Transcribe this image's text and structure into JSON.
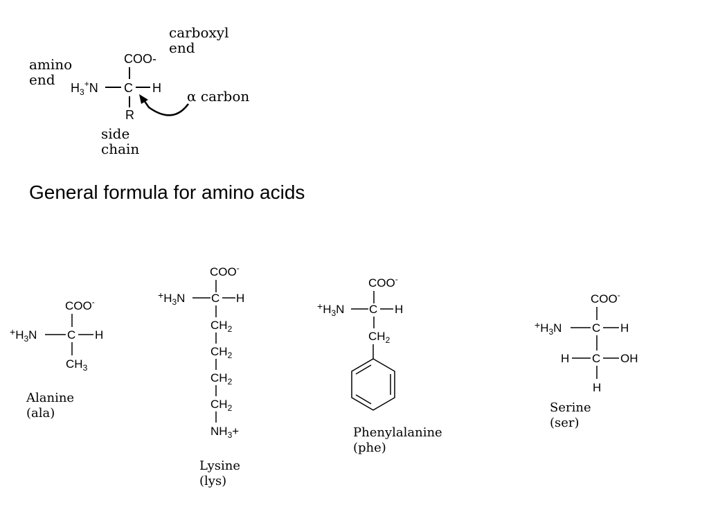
{
  "general": {
    "carboxyl_line1": "carboxyl",
    "carboxyl_line2": "end",
    "amino_line1": "amino",
    "amino_line2": "end",
    "alpha_carbon": "α carbon",
    "side_line1": "side",
    "side_line2": "chain",
    "coo": "COO-",
    "h3": "H",
    "h3_sub": "3",
    "h3_sup": "+",
    "n": "N",
    "c": "C",
    "h": "H",
    "r": "R"
  },
  "caption": "General formula for amino acids",
  "alanine": {
    "coo": "COO",
    "coo_sup": "-",
    "plus": "+",
    "h": "H",
    "sub3": "3",
    "n": "N",
    "c": "C",
    "h_right": "H",
    "ch": "CH",
    "ch_sub": "3",
    "name": "Alanine",
    "abbr": "(ala)"
  },
  "lysine": {
    "coo": "COO",
    "coo_sup": "-",
    "plus": "+",
    "h": "H",
    "sub3": "3",
    "n": "N",
    "c": "C",
    "h_right": "H",
    "ch": "CH",
    "ch_sub": "2",
    "nh3": "NH",
    "nh3_sub": "3",
    "nh3_plus": "+",
    "name": "Lysine",
    "abbr": "(lys)"
  },
  "phenylalanine": {
    "coo": "COO",
    "coo_sup": "-",
    "plus": "+",
    "h": "H",
    "sub3": "3",
    "n": "N",
    "c": "C",
    "h_right": "H",
    "ch": "CH",
    "ch_sub": "2",
    "name": "Phenylalanine",
    "abbr": "(phe)"
  },
  "serine": {
    "coo": "COO",
    "coo_sup": "-",
    "plus": "+",
    "h": "H",
    "sub3": "3",
    "n": "N",
    "c": "C",
    "h_right": "H",
    "h_left2": "H",
    "c2": "C",
    "oh": "OH",
    "h_bottom": "H",
    "name": "Serine",
    "abbr": "(ser)"
  }
}
